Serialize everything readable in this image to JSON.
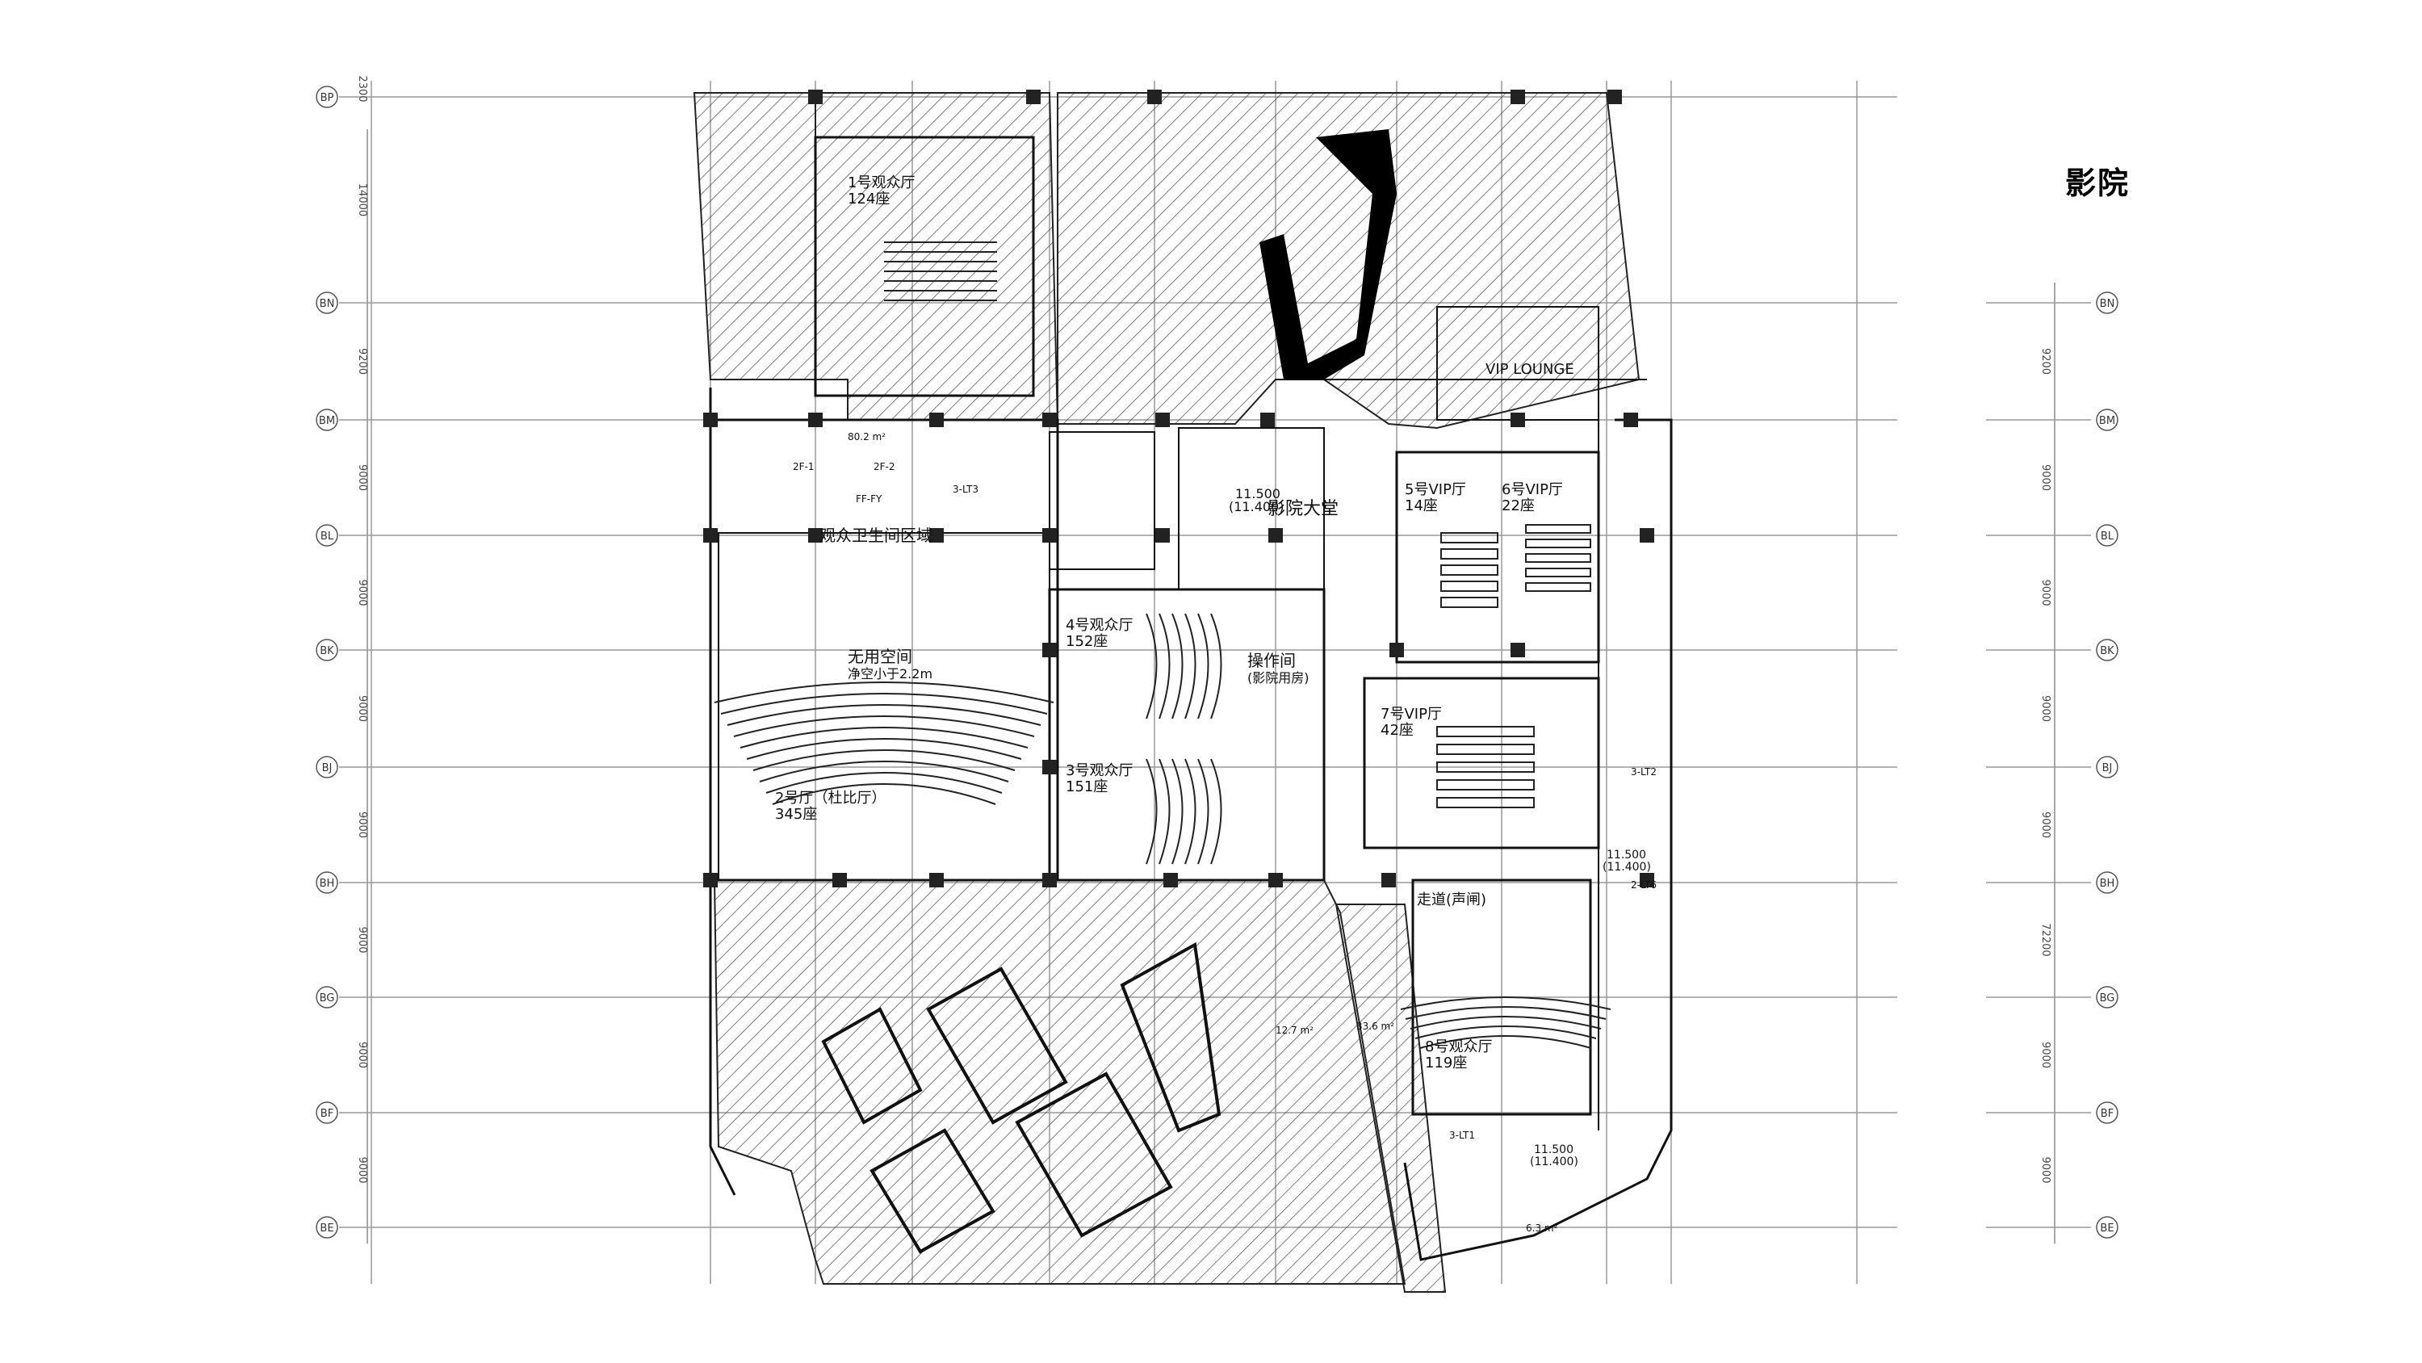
{
  "title": "影院整",
  "grid_rows": [
    {
      "label": "BP",
      "dim": "2300"
    },
    {
      "label": "BN",
      "dim": "14000"
    },
    {
      "label": "BM",
      "dim": "9200"
    },
    {
      "label": "BL",
      "dim": "9000"
    },
    {
      "label": "BK",
      "dim": "9000"
    },
    {
      "label": "BJ",
      "dim": "9000"
    },
    {
      "label": "BH",
      "dim": "9000"
    },
    {
      "label": "BG",
      "dim": "9000"
    },
    {
      "label": "BF",
      "dim": "9000"
    },
    {
      "label": "BE",
      "dim": "9000"
    }
  ],
  "right_dims": [
    "9200",
    "9000",
    "9000",
    "9000",
    "9000",
    "72200",
    "9000",
    "9000"
  ],
  "rooms": {
    "hall1": {
      "name": "1号观众厅",
      "seats": "124座"
    },
    "hall2": {
      "name": "2号厅（杜比厅）",
      "seats": "345座"
    },
    "hall3": {
      "name": "3号观众厅",
      "seats": "151座"
    },
    "hall4": {
      "name": "4号观众厅",
      "seats": "152座"
    },
    "vip5": {
      "name": "5号VIP厅",
      "seats": "14座"
    },
    "vip6": {
      "name": "6号VIP厅",
      "seats": "22座"
    },
    "vip7": {
      "name": "7号VIP厅",
      "seats": "42座"
    },
    "hall8": {
      "name": "8号观众厅",
      "seats": "119座"
    },
    "lobby": "影院大堂",
    "lobby_level": "11.500",
    "lobby_level_sub": "(11.400)",
    "vip_lounge": "VIP LOUNGE",
    "operation": "操作间",
    "operation_sub": "(影院用房)",
    "restroom": "观众卫生间区域",
    "corridor": "走道(声闸)",
    "void": "无用空间",
    "void_note": "净空小于2.2m",
    "level_b": "11.500",
    "level_b_sub": "(11.400)",
    "level_c": "11.500",
    "level_c_sub": "(11.400)"
  },
  "small_labels": [
    "3-LT2",
    "3-LT1",
    "2-LT6",
    "3-LT3",
    "2F-1",
    "2F-2",
    "FF-FY",
    "80.2 m²",
    "33.6 m²",
    "12.7 m²",
    "6.3 m²"
  ]
}
